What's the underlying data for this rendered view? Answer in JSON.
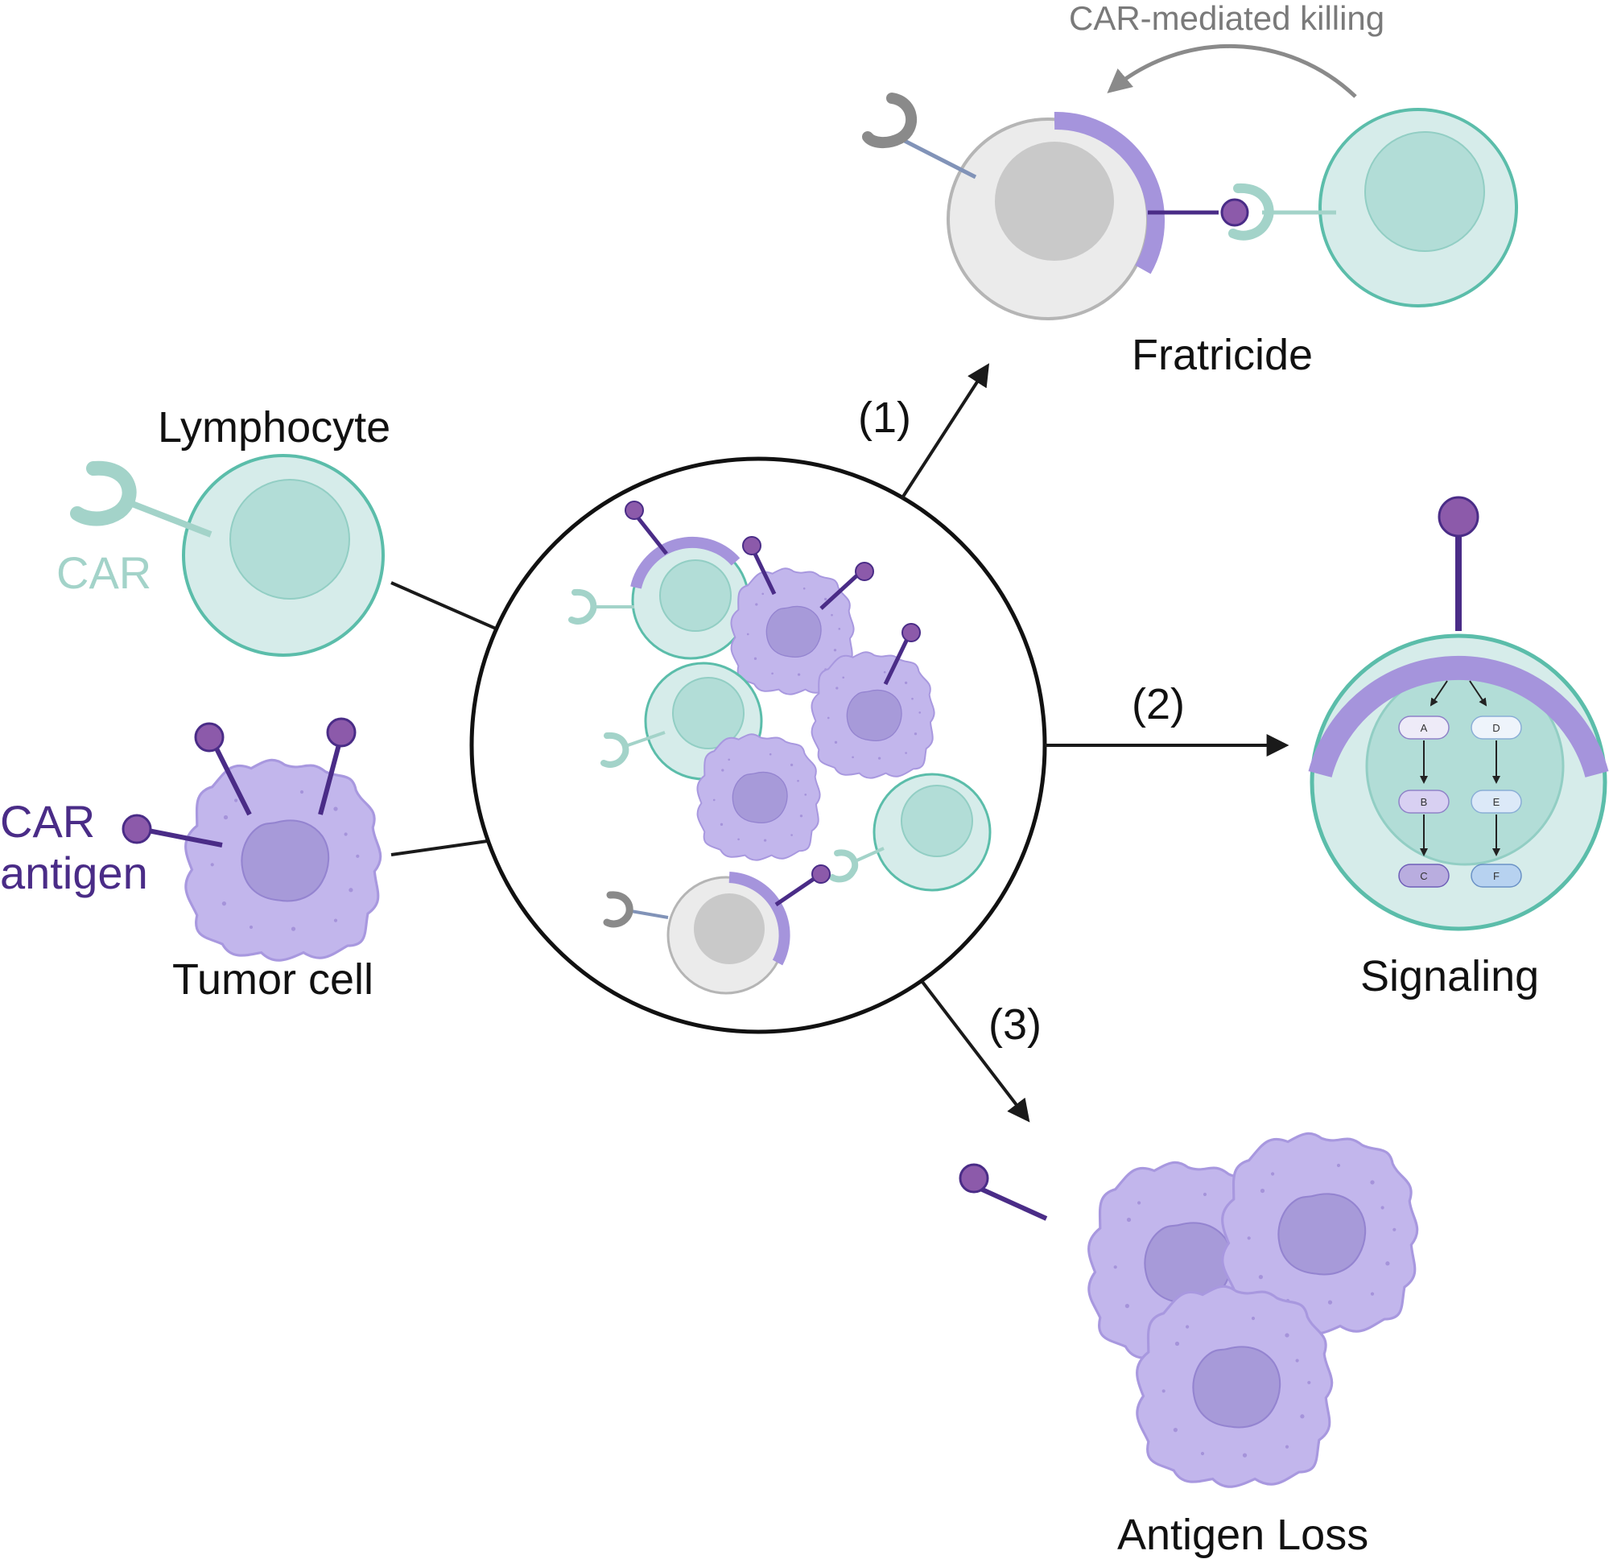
{
  "labels": {
    "lymphocyte": "Lymphocyte",
    "car": "CAR",
    "car_antigen_line1": "CAR",
    "car_antigen_line2": "antigen",
    "tumor_cell": "Tumor cell",
    "car_mediated_killing": "CAR-mediated killing",
    "fratricide": "Fratricide",
    "signaling": "Signaling",
    "antigen_loss": "Antigen Loss",
    "step1": "(1)",
    "step2": "(2)",
    "step3": "(3)"
  },
  "signaling_nodes": {
    "a": "A",
    "b": "B",
    "c": "C",
    "d": "D",
    "e": "E",
    "f": "F"
  },
  "colors": {
    "lymphocyte_fill": "#d6ecea",
    "lymphocyte_stroke": "#5bbdaa",
    "nucleus_teal": "#b2ddd7",
    "car_teal": "#a3d3c9",
    "tumor_fill": "#c2b6ec",
    "tumor_nucleus": "#a79ad9",
    "antigen_purple": "#8c5aaa",
    "antigen_stalk": "#4a2c87",
    "bound_arc": "#a594dc",
    "gray_cell": "#ebebeb",
    "gray_nucleus": "#c9c9c9",
    "arrow": "#1a1a1a"
  }
}
